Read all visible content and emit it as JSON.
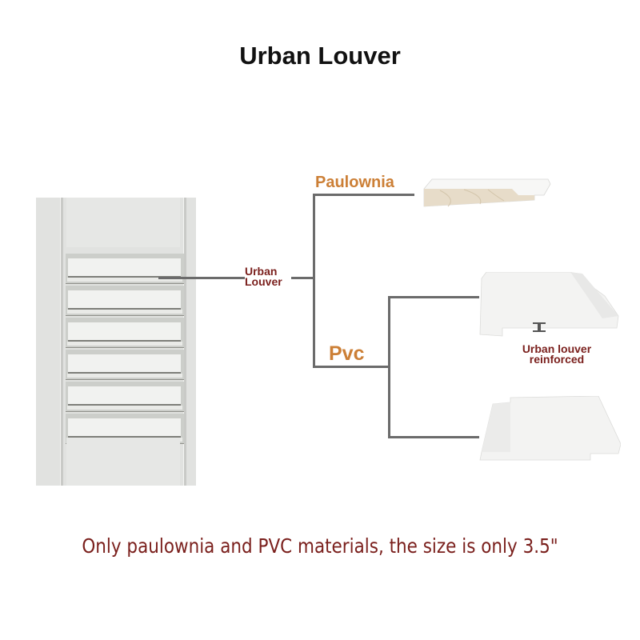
{
  "title": "Urban Louver",
  "diagram": {
    "root_label": {
      "line1": "Urban",
      "line2": "Louver"
    },
    "branches": [
      {
        "label": "Paulownia",
        "children": [
          {
            "image": "paulownia-profile",
            "caption": ""
          }
        ]
      },
      {
        "label": "Pvc",
        "children": [
          {
            "image": "pvc-reinforced-profile",
            "caption": {
              "line1": "Urban louver",
              "line2": "reinforced"
            }
          },
          {
            "image": "pvc-standard-profile",
            "caption": ""
          }
        ]
      }
    ]
  },
  "footer": "Only paulownia and PVC materials, the size is only 3.5\"",
  "colors": {
    "orange_label": "#cc7f36",
    "red_label": "#7a1f1c",
    "connector": "#6b6b6b"
  }
}
